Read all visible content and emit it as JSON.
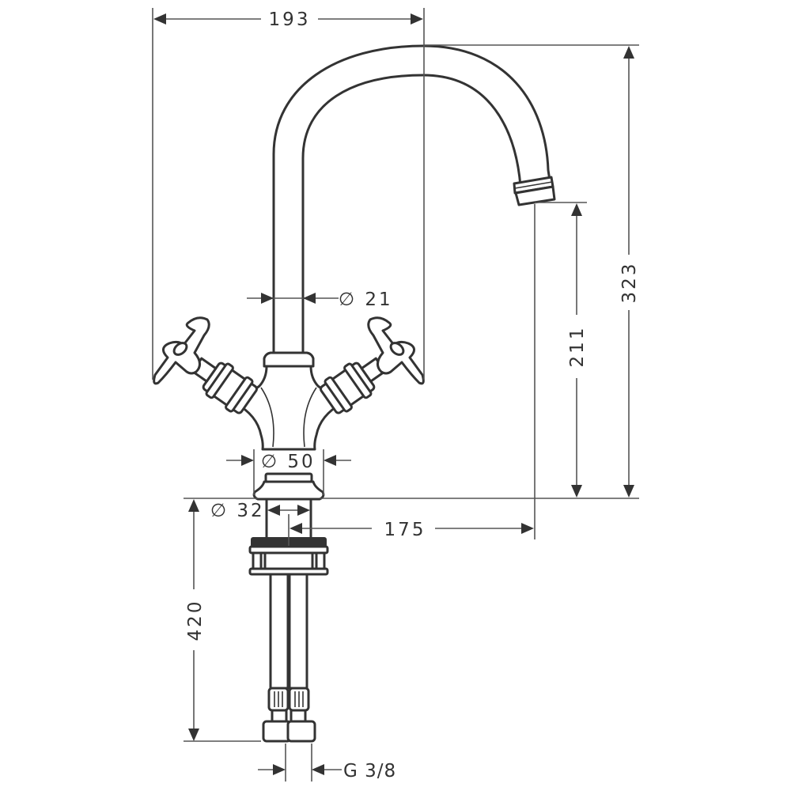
{
  "drawing": {
    "subject": "Two-handle basin mixer faucet with swivel spout",
    "line_color": "#333333",
    "dimension_line_color": "#555555",
    "background": "#ffffff"
  },
  "dimensions": {
    "overall_width": "193",
    "spout_diameter": "∅ 21",
    "body_diameter": "∅ 50",
    "shank_diameter": "∅ 32",
    "spout_reach": "175",
    "spout_outlet_height": "211",
    "overall_height": "323",
    "hose_length": "420",
    "connection_thread": "G 3/8"
  }
}
